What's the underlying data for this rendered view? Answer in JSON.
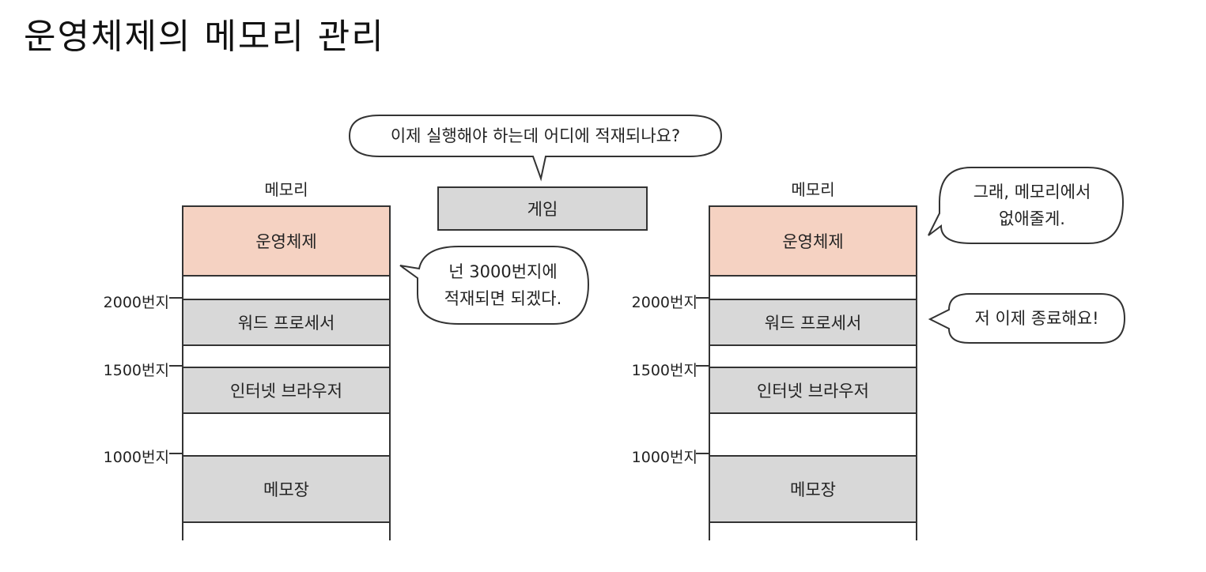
{
  "title": "운영체제의 메모리 관리",
  "left_memory": {
    "label": "메모리",
    "segments": {
      "os": "운영체제",
      "word": "워드 프로세서",
      "browser": "인터넷 브라우저",
      "notepad": "메모장"
    },
    "addresses": {
      "a2000": "2000번지",
      "a1500": "1500번지",
      "a1000": "1000번지"
    }
  },
  "right_memory": {
    "label": "메모리",
    "segments": {
      "os": "운영체제",
      "word": "워드 프로세서",
      "browser": "인터넷 브라우저",
      "notepad": "메모장"
    },
    "addresses": {
      "a2000": "2000번지",
      "a1500": "1500번지",
      "a1000": "1000번지"
    }
  },
  "game": {
    "label": "게임"
  },
  "bubbles": {
    "game_question": "이제 실행해야 하는데 어디에 적재되나요?",
    "os_answer_line1": "넌 3000번지에",
    "os_answer_line2": "적재되면 되겠다.",
    "os_reply_line1": "그래, 메모리에서",
    "os_reply_line2": "없애줄게.",
    "word_quit": "저 이제 종료해요!"
  }
}
